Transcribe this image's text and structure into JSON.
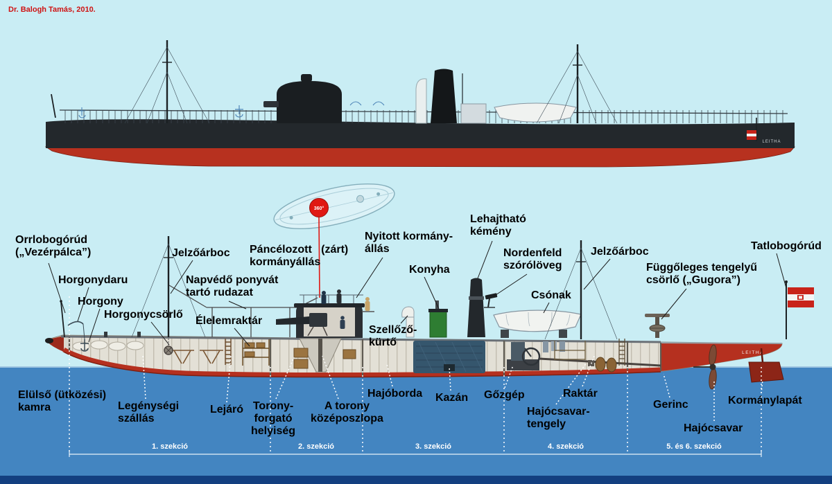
{
  "credit": "Dr. Balogh Tamás, 2010.",
  "ship_name": "LEITHA",
  "plan_view": {
    "turret_rotation": "360°"
  },
  "labels": {
    "orrlobogorud": "Orrlobogórúd\n(„Vezérpálca”)",
    "horgonydaru": "Horgonydaru",
    "horgony": "Horgony",
    "horgonycsorlo": "Horgonycsörlő",
    "jelzoarboc_elso": "Jelzőárboc",
    "napvedo": "Napvédő ponyvát\ntartó rudazat",
    "elelemraktar": "Élelemraktár",
    "pancelozott": "Páncélozott   (zárt)\nkormányállás",
    "nyitott": "Nyitott kormány-\nállás",
    "konyha": "Konyha",
    "lehajthato": "Lehajtható\nkémény",
    "nordenfeld": "Nordenfeld\nszórólöveg",
    "csonak": "Csónak",
    "jelzoarboc_hatso": "Jelzőárboc",
    "gugora": "Függőleges tengelyű\ncsörlő („Gugora”)",
    "tatlobogorud": "Tatlobogórúd",
    "szellozo": "Szellőző-\nkürtő",
    "elulso": "Elülső (ütközési)\nkamra",
    "legenysegi": "Legénységi\nszállás",
    "lejaro": "Lejáró",
    "toronyforgato": "Torony-\nforgató\nhelyiség",
    "kozeposzlopa": "A torony\nközéposzlopa",
    "hajoborda": "Hajóborda",
    "kazan": "Kazán",
    "gozgep": "Gőzgép",
    "tengely": "Hajócsavar-\ntengely",
    "raktar": "Raktár",
    "gerinc": "Gerinc",
    "hajocsavar": "Hajócsavar",
    "kormanylapat": "Kormánylapát"
  },
  "sections": [
    "1. szekció",
    "2. szekció",
    "3. szekció",
    "4. szekció",
    "5. és 6. szekció"
  ]
}
